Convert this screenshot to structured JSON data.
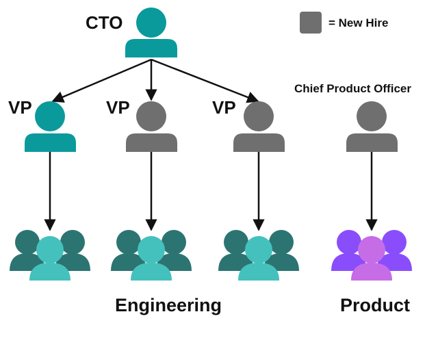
{
  "colors": {
    "teal": "#0a9a9b",
    "gray": "#6f6f6f",
    "team_teal_back": "#2c7471",
    "team_teal_front": "#44c1bd",
    "team_purple_back": "#8a4dfb",
    "team_purple_front": "#c66ce6",
    "arrow": "#111111"
  },
  "legend": {
    "label": "= New Hire"
  },
  "nodes": {
    "cto": {
      "label": "CTO",
      "new_hire": false
    },
    "vp1": {
      "label": "VP",
      "new_hire": false
    },
    "vp2": {
      "label": "VP",
      "new_hire": true
    },
    "vp3": {
      "label": "VP",
      "new_hire": true
    },
    "cpo": {
      "label": "Chief Product Officer",
      "new_hire": true
    }
  },
  "groups": {
    "engineering": {
      "label": "Engineering"
    },
    "product": {
      "label": "Product"
    }
  }
}
